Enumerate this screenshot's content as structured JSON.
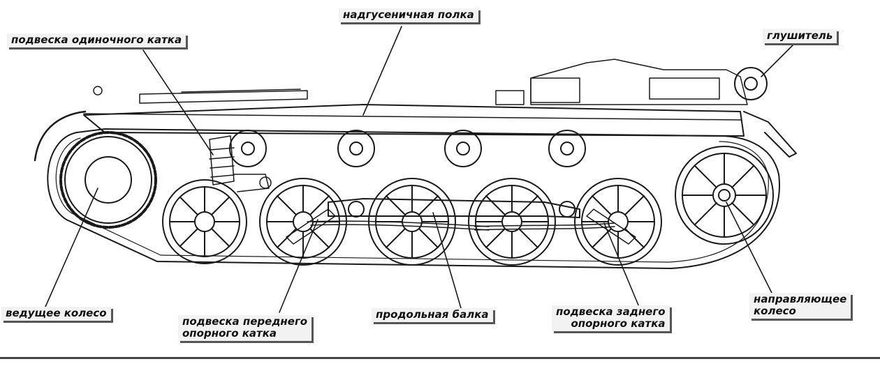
{
  "labels": {
    "track_shelf": "надгусеничная полка",
    "single_roller_suspension": "подвеска одиночного катка",
    "muffler": "глушитель",
    "drive_wheel": "ведущее колесо",
    "front_roller_suspension_l1": "подвеска переднего",
    "front_roller_suspension_l2": "опорного катка",
    "longitudinal_beam": "продольная балка",
    "rear_roller_suspension_l1": "подвеска заднего",
    "rear_roller_suspension_l2": "опорного катка",
    "idler_wheel_l1": "направляющее",
    "idler_wheel_l2": "колесо"
  },
  "colors": {
    "line": "#1a1a1a",
    "label_bg": "#f2f2f2",
    "shadow": "#555555"
  }
}
